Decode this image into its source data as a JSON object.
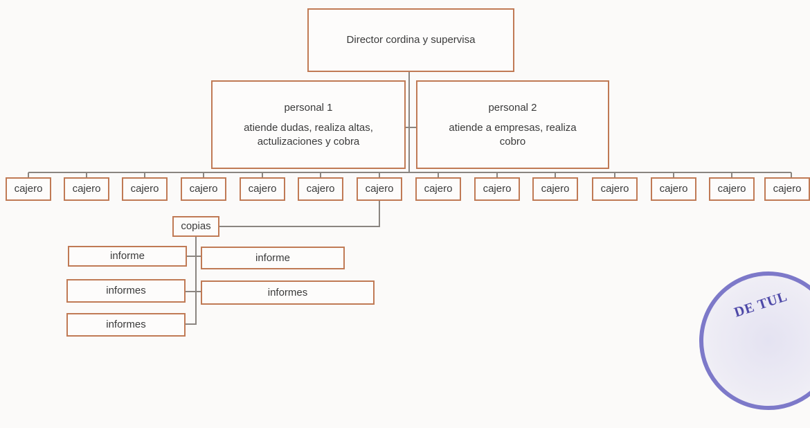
{
  "org_chart": {
    "director": {
      "label": "Director cordina y supervisa"
    },
    "personal_1": {
      "title": "personal 1",
      "description": "atiende dudas, realiza altas, actulizaciones y cobra"
    },
    "personal_2": {
      "title": "personal 2",
      "description": "atiende a empresas, realiza cobro"
    },
    "cashiers": [
      "cajero",
      "cajero",
      "cajero",
      "cajero",
      "cajero",
      "cajero",
      "cajero",
      "cajero",
      "cajero",
      "cajero",
      "cajero",
      "cajero",
      "cajero",
      "cajero"
    ],
    "copias": {
      "label": "copias"
    },
    "reports_left": [
      "informe",
      "informes",
      "informes"
    ],
    "reports_right": [
      "informe",
      "informes"
    ]
  },
  "seal": {
    "text": "DE TUL"
  },
  "colors": {
    "box_border": "#c07a55",
    "connector": "#8a8580",
    "seal": "#7d79c9"
  }
}
